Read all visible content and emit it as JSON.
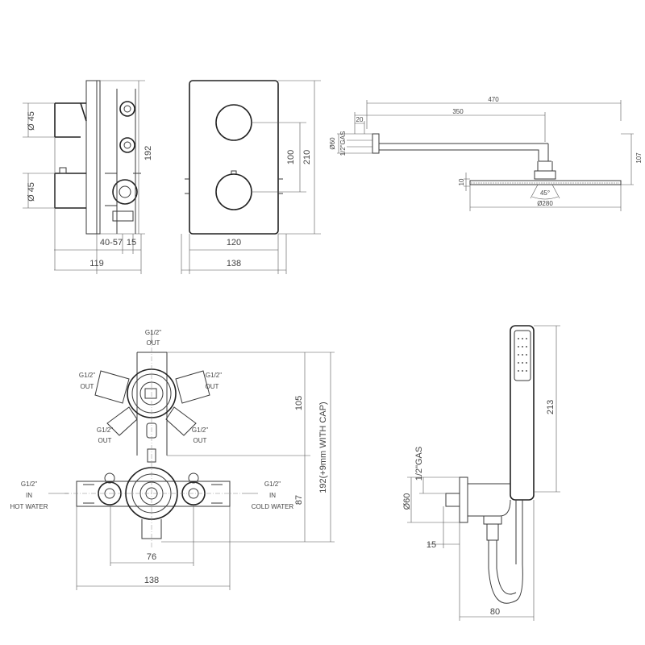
{
  "side_view": {
    "dia_upper": "Ø 45",
    "dia_lower": "Ø 45",
    "height": "192",
    "depth_range": "40-57",
    "plate": "15",
    "total_depth": "119"
  },
  "front_view": {
    "spacing": "100",
    "height": "210",
    "width_inner": "120",
    "width_outer": "138"
  },
  "shower_arm": {
    "length_total": "470",
    "arm_length": "350",
    "flange": "20",
    "flange_dia": "Ø60",
    "thread": "1/2\"GAS",
    "drop": "107",
    "head_thickness": "10",
    "spray_angle": "45°",
    "head_dia": "Ø280"
  },
  "valve_body": {
    "outlets": [
      {
        "thread": "G1/2\"",
        "dir": "OUT"
      },
      {
        "thread": "G1/2\"",
        "dir": "OUT"
      },
      {
        "thread": "G1/2\"",
        "dir": "OUT"
      },
      {
        "thread": "G1/2\"",
        "dir": "OUT"
      },
      {
        "thread": "G1/2\"",
        "dir": "OUT"
      }
    ],
    "hot_inlet": {
      "thread": "G1/2\"",
      "dir": "IN",
      "label": "HOT WATER"
    },
    "cold_inlet": {
      "thread": "G1/2\"",
      "dir": "IN",
      "label": "COLD WATER"
    },
    "upper_height": "105",
    "total_height": "192(+9mm WITH CAP)",
    "lower_height": "87",
    "inlet_spacing": "76",
    "width": "138"
  },
  "hand_shower": {
    "length": "213",
    "thread": "1/2\"GAS",
    "outlet_dia": "Ø60",
    "plate": "15",
    "projection": "80"
  }
}
